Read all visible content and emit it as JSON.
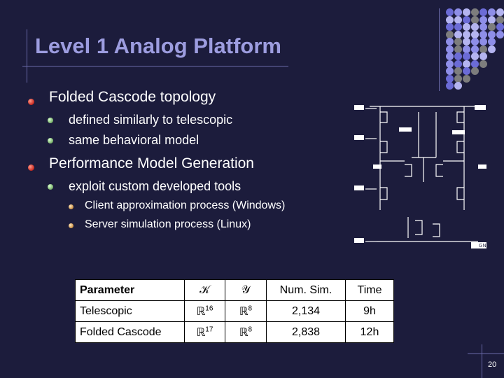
{
  "title": "Level 1 Analog Platform",
  "bullets": {
    "folded": "Folded Cascode topology",
    "folded_sub1": "defined similarly to telescopic",
    "folded_sub2": "same behavioral model",
    "perf": "Performance Model Generation",
    "perf_sub1": "exploit custom developed tools",
    "perf_sub1_a": "Client approximation process (Windows)",
    "perf_sub1_b": "Server simulation process (Linux)"
  },
  "table": {
    "headers": [
      "Parameter",
      "𝒦",
      "𝒴",
      "Num. Sim.",
      "Time"
    ],
    "rows": [
      {
        "name": "Telescopic",
        "k_base": "ℝ",
        "k_exp": "16",
        "y_base": "ℝ",
        "y_exp": "8",
        "sim": "2,134",
        "time": "9h"
      },
      {
        "name": "Folded Cascode",
        "k_base": "ℝ",
        "k_exp": "17",
        "y_base": "ℝ",
        "y_exp": "8",
        "sim": "2,838",
        "time": "12h"
      }
    ]
  },
  "schematic_labels": {
    "gnd": "GND"
  },
  "page_number": "20",
  "colors": {
    "background": "#1c1c3c",
    "title": "#9d9de0",
    "accent_line": "#6a6aa8"
  }
}
